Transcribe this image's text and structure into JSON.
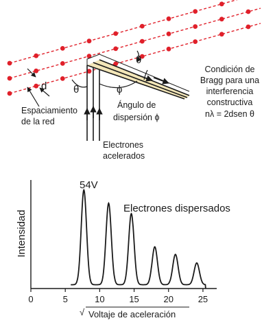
{
  "diagram": {
    "labels": {
      "d": "d",
      "theta_top": "θ",
      "theta_left": "θ",
      "phi_arc": "ϕ",
      "spacing_line1": "Espaciamiento",
      "spacing_line2": "de la red",
      "angle_line1": "Ángulo de",
      "angle_line2": "dispersión  ϕ",
      "electrons_line1": "Electrones",
      "electrons_line2": "acelerados",
      "bragg_line1": "Condición de",
      "bragg_line2": "Bragg para una",
      "bragg_line3": "interferencia",
      "bragg_line4": "constructiva",
      "bragg_line5": "nλ = 2dsen θ"
    },
    "colors": {
      "lattice": "#e0202a",
      "beam_fill": "#f3e6b8",
      "ink": "#1a1a1a"
    }
  },
  "chart_data": {
    "type": "line",
    "ylabel": "Intensidad",
    "xlabel": "Voltaje de aceleración",
    "xlabel_prefix": "√",
    "annotation": "Electrones dispersados",
    "peak_label": "54V",
    "xlim": [
      0,
      27
    ],
    "x_ticks": [
      0,
      5,
      10,
      15,
      20,
      25
    ],
    "peaks": [
      {
        "x": 7.7,
        "height": 1.0,
        "width": 0.55
      },
      {
        "x": 11.3,
        "height": 0.86,
        "width": 0.55
      },
      {
        "x": 14.6,
        "height": 0.75,
        "width": 0.55
      },
      {
        "x": 18.0,
        "height": 0.4,
        "width": 0.55
      },
      {
        "x": 21.0,
        "height": 0.32,
        "width": 0.55
      },
      {
        "x": 24.1,
        "height": 0.23,
        "width": 0.55
      }
    ],
    "baseline": 0.04
  }
}
